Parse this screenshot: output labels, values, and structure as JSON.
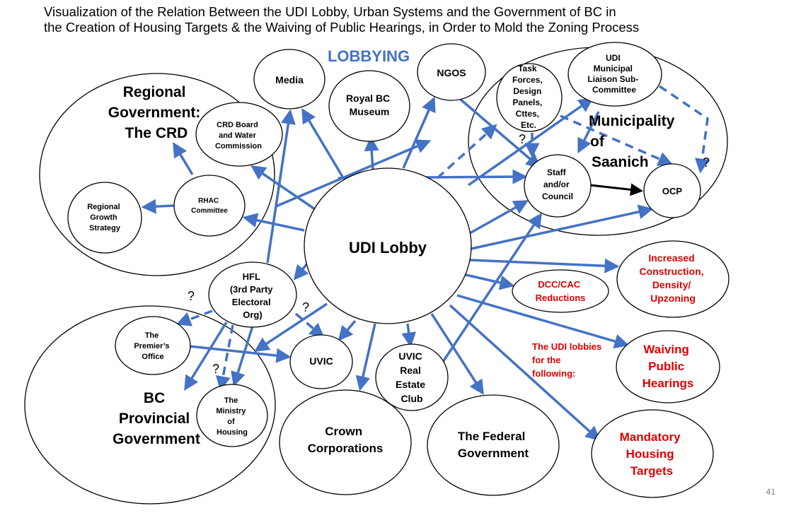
{
  "title": {
    "line1": "Visualization of the Relation Between the UDI Lobby, Urban Systems and the Government of BC in",
    "line2": "the Creation of Housing Targets & the Waiving of Public Hearings, in Order to Mold the Zoning Process"
  },
  "lobbying_label": "LOBBYING",
  "colors": {
    "arrow": "#4472c4",
    "red_text": "#e00000",
    "outline": "#000000"
  },
  "nodes": {
    "udi_lobby": [
      "UDI Lobby"
    ],
    "crd": [
      "Regional",
      "Government:",
      "The CRD"
    ],
    "crd_board": [
      "CRD Board",
      "and Water",
      "Commission"
    ],
    "rhac": [
      "RHAC",
      "Committee"
    ],
    "regional_growth": [
      "Regional",
      "Growth",
      "Strategy"
    ],
    "media": [
      "Media"
    ],
    "royal_bc": [
      "Royal BC",
      "Museum"
    ],
    "ngos": [
      "NGOS"
    ],
    "task_forces": [
      "Task",
      "Forces,",
      "Design",
      "Panels,",
      "Cttes,",
      "Etc."
    ],
    "udi_municipal": [
      "UDI",
      "Municipal",
      "Liaison Sub-",
      "Committee"
    ],
    "saanich": [
      "Municipality",
      "of",
      "Saanich"
    ],
    "staff": [
      "Staff",
      "and/or",
      "Council"
    ],
    "ocp": [
      "OCP"
    ],
    "increased": [
      "Increased",
      "Construction,",
      "Density/",
      "Upzoning"
    ],
    "dcc": [
      "DCC/CAC",
      "Reductions"
    ],
    "hfl": [
      "HFL",
      "(3rd Party",
      "Electoral",
      "Org)"
    ],
    "bc_gov": [
      "BC",
      "Provincial",
      "Government"
    ],
    "premier": [
      "The",
      "Premier’s",
      "Office"
    ],
    "ministry": [
      "The",
      "Ministry",
      "of",
      "Housing"
    ],
    "uvic": [
      "UVIC"
    ],
    "uvic_club": [
      "UVIC",
      "Real",
      "Estate",
      "Club"
    ],
    "crown": [
      "Crown",
      "Corporations"
    ],
    "federal": [
      "The Federal",
      "Government"
    ],
    "waiving": [
      "Waiving",
      "Public",
      "Hearings"
    ],
    "mandatory": [
      "Mandatory",
      "Housing",
      "Targets"
    ]
  },
  "note": [
    "The UDI lobbies",
    "for the",
    "following:"
  ],
  "question_mark": "?",
  "page_number": "41"
}
